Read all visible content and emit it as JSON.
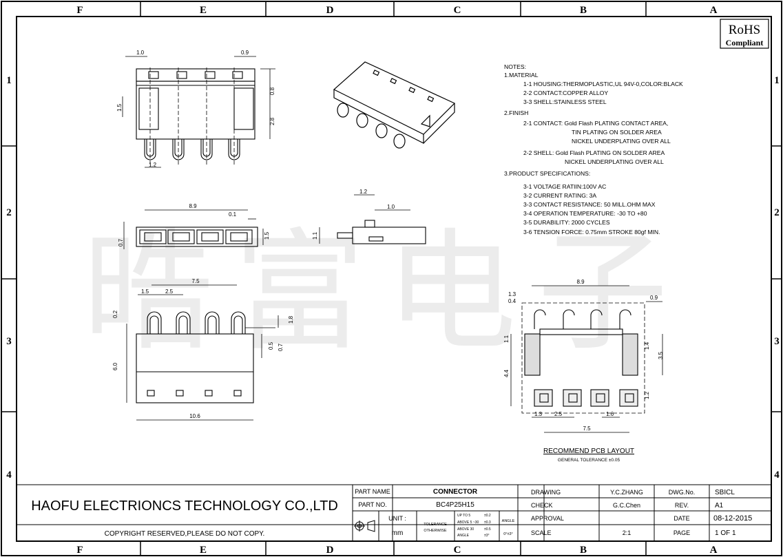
{
  "grid": {
    "columns": [
      "F",
      "E",
      "D",
      "C",
      "B",
      "A"
    ],
    "rows": [
      "1",
      "2",
      "3",
      "4"
    ]
  },
  "rohs": {
    "line1": "RoHS",
    "line2": "Compliant"
  },
  "watermark": "晧富电子",
  "notes": {
    "heading": "NOTES:",
    "lines": [
      "1.MATERIAL",
      "1-1  HOUSING:THERMOPLASTIC,UL 94V-0,COLOR:BLACK",
      "2-2  CONTACT:COPPER ALLOY",
      "3-3  SHELL:STAINLESS STEEL",
      "2.FINISH",
      "2-1  CONTACT: Gold Flash PLATING CONTACT AREA,",
      "TIN PLATING ON SOLDER AREA",
      "NICKEL UNDERPLATING OVER ALL",
      "2-2  SHELL: Gold Flash PLATING ON SOLDER AREA",
      "NICKEL UNDERPLATING OVER ALL",
      "3.PRODUCT SPECIFICATIONS:",
      "3-1  VOLTAGE RATIIN:100V AC",
      "3-2  CURRENT RATING: 3A",
      "3-3  CONTACT RESISTANCE: 50 MILL.OHM MAX",
      "3-4  OPERATION TEMPERATURE: -30 TO +80",
      "3-5  DURABILITY: 2000 CYCLES",
      "3-6  TENSION FORCE: 0.75mm STROKE 80gf MIN."
    ]
  },
  "dims": {
    "top_left_1_0": "1.0",
    "top_right_0_9": "0.9",
    "side_0_8": "0.8",
    "side_1_5": "1.5",
    "side_2_8": "2.8",
    "bottom_1_2": "1.2",
    "front_8_9": "8.9",
    "front_0_1": "0.1",
    "front_0_7": "0.7",
    "front_1_5": "1.5",
    "side2_1_2": "1.2",
    "side2_1_0": "1.0",
    "side2_1_1": "1.1",
    "plan_7_5": "7.5",
    "plan_1_5": "1.5",
    "plan_2_5": "2.5",
    "plan_0_2": "0.2",
    "plan_1_8": "1.8",
    "plan_0_5": "0.5",
    "plan_0_7": "0.7",
    "plan_6_0": "6.0",
    "plan_10_6": "10.6",
    "pcb_8_9": "8.9",
    "pcb_1_3": "1.3",
    "pcb_0_4": "0.4",
    "pcb_0_9": "0.9",
    "pcb_1_1": "1.1",
    "pcb_1_4": "1.4",
    "pcb_3_5": "3.5",
    "pcb_4_4": "4.4",
    "pcb_1_2": "1.2",
    "pcb_1_3b": "1.3",
    "pcb_2_5": "2.5",
    "pcb_1_6": "1.6",
    "pcb_7_5": "7.5"
  },
  "pcb_caption": {
    "title": "RECOMMEND PCB LAYOUT",
    "sub": "GENERAL TOLERANCE ±0.05"
  },
  "title_block": {
    "company": "HAOFU ELECTRIONCS TECHNOLOGY CO.,LTD",
    "copyright": "COPYRIGHT RESERVED,PLEASE DO NOT COPY.",
    "part_name_label": "PART NAME",
    "part_name": "CONNECTOR",
    "part_no_label": "PART NO.",
    "part_no": "BC4P25H15",
    "unit_label": "UNIT :",
    "unit": "mm",
    "tolerance_label": "TOLERANCE",
    "otherwise_label": "OTHERWISE",
    "tol_up_to_5": "UP TO 5",
    "tol_up_to_5_val": "±0.2",
    "tol_above_5": "ABOVE 5 ~30",
    "tol_above_5_val": "±0.3",
    "tol_above_30": "ABOVE 30",
    "tol_above_30_val": "±0.5",
    "tol_angle": "ANGLE",
    "tol_angle_val": "±3°",
    "angle_label": "ANGLE",
    "angle_val": "0°±3°",
    "drawing_label": "DRAWING",
    "drawing": "Y.C.ZHANG",
    "check_label": "CHECK",
    "check": "G.C.Chen",
    "approval_label": "APPROVAL",
    "approval": "",
    "scale_label": "SCALE",
    "scale": "2:1",
    "dwg_no_label": "DWG.No.",
    "dwg_no": "SBICL",
    "rev_label": "REV.",
    "rev": "A1",
    "date_label": "DATE",
    "date": "08-12-2015",
    "page_label": "PAGE",
    "page": "1 OF 1"
  }
}
